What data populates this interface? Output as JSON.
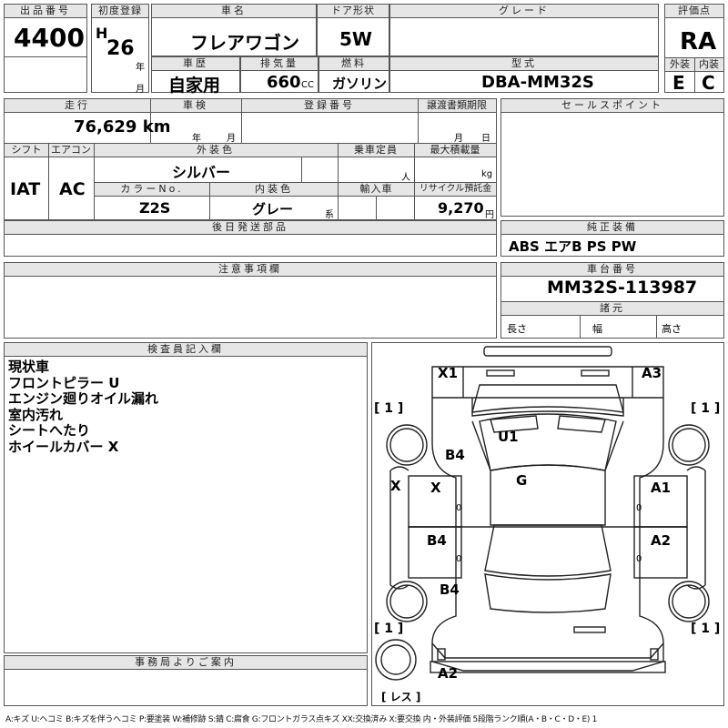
{
  "header": {
    "lot_no_label": "出品番号",
    "lot_no": "4400",
    "first_reg_label": "初度登録",
    "era": "H",
    "year": "26",
    "year_unit": "年",
    "month_unit": "月",
    "car_name_label": "車名",
    "car_name": "フレアワゴン",
    "door_label": "ドア形状",
    "door": "5W",
    "grade_label": "グレード",
    "grade": "",
    "score_label": "評価点",
    "score": "RA",
    "history_label": "車歴",
    "history": "自家用",
    "displacement_label": "排気量",
    "displacement": "660",
    "displacement_unit": "CC",
    "fuel_label": "燃料",
    "fuel": "ガソリン",
    "model_label": "型式",
    "model": "DBA-MM32S",
    "exterior_label": "外装",
    "exterior": "E",
    "interior_label": "内装",
    "interior": "C"
  },
  "row2": {
    "mileage_label": "走行",
    "mileage": "76,629 km",
    "inspection_label": "車検",
    "insp_year_unit": "年",
    "insp_month_unit": "月",
    "regno_label": "登録番号",
    "regno": "",
    "transfer_label": "譲渡書類期限",
    "transfer_month_unit": "月",
    "transfer_day_unit": "日",
    "shift_label": "シフト",
    "shift": "IAT",
    "aircon_label": "エアコン",
    "aircon": "AC",
    "ext_color_label": "外装色",
    "ext_color": "シルバー",
    "capacity_label": "乗車定員",
    "capacity_unit": "人",
    "load_label": "最大積載量",
    "load_unit": "kg",
    "color_no_label": "カラーNo.",
    "color_no": "Z2S",
    "int_color_label": "内装色",
    "int_color": "グレー",
    "int_color_suffix": "系",
    "import_label": "輸入車",
    "recycle_label": "リサイクル預託金",
    "recycle": "9,270",
    "recycle_unit": "円",
    "later_parts_label": "後日発送部品",
    "later_parts": ""
  },
  "sales_point": {
    "label": "セールスポイント",
    "text": ""
  },
  "equipment": {
    "label": "純正装備",
    "text": "ABS エアB PS PW"
  },
  "caution": {
    "label": "注意事項欄",
    "text": ""
  },
  "chassis": {
    "label": "車台番号",
    "number": "MM32S-113987"
  },
  "specs": {
    "label": "諸元",
    "length": "長さ",
    "width": "幅",
    "height": "高さ"
  },
  "inspector": {
    "label": "検査員記入欄",
    "remarks": [
      "現状車",
      "フロントピラー U",
      "エンジン廻りオイル漏れ",
      "室内汚れ",
      "シートへたり",
      "ホイールカバー X"
    ]
  },
  "office": {
    "label": "事務局よりご案内",
    "text": ""
  },
  "diagram": {
    "marks": {
      "x1": "X1",
      "a3": "A3",
      "u1": "U1",
      "b4_front": "B4",
      "g": "G",
      "x_side": "X",
      "x_door": "X",
      "a1": "A1",
      "b4_rear": "B4",
      "a2": "A2",
      "b4_rear_wheel": "B4",
      "a2_bottom": "A2"
    },
    "wheel_labels": {
      "fl": "[ 1 ]",
      "fr": "[ 1 ]",
      "rl": "[ 1 ]",
      "rr": "[ 1 ]"
    },
    "zeros": [
      "0",
      "0",
      "0",
      "0"
    ],
    "spare": "[ レス ]"
  },
  "legend": "A:キズ U:ヘコミ B:キズを伴うヘコミ P:要塗装 W:補修跡 S:錆 C:腐食 G:フロントガラス点キズ XX:交換済み X:要交換 内・外装評価 5段階ランク順(A・B・C・D・E) 1"
}
